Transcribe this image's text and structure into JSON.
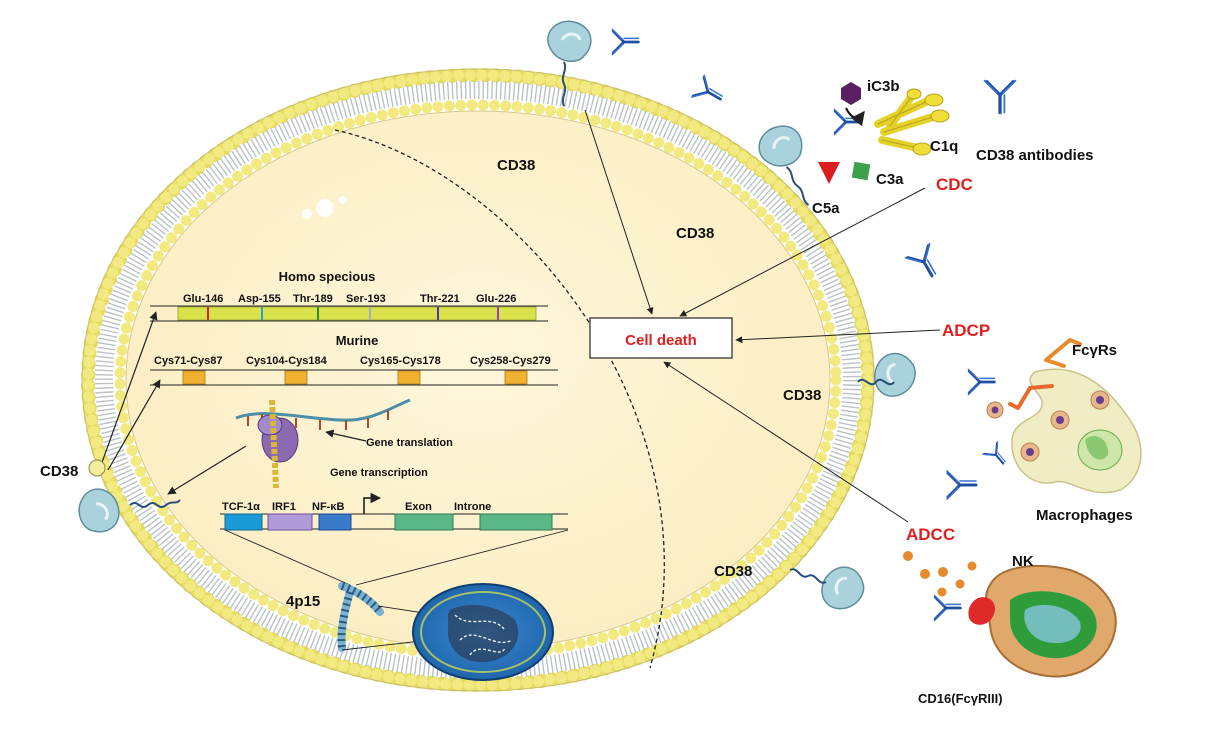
{
  "cell": {
    "receptor_labels": [
      "CD38",
      "CD38",
      "CD38",
      "CD38",
      "CD38"
    ],
    "cell_death": "Cell death"
  },
  "mechanisms": {
    "cdc": "CDC",
    "adcp": "ADCP",
    "adcc": "ADCC",
    "color": "#e02020"
  },
  "complement": {
    "ic3b": "iC3b",
    "c1q": "C1q",
    "c3a": "C3a",
    "c5a": "C5a",
    "antibodies": "CD38 antibodies"
  },
  "effectors": {
    "fcgrs": "FcγRs",
    "macrophages": "Macrophages",
    "nk": "NK",
    "cd16": "CD16(FcγRIII)"
  },
  "protein": {
    "homo_title": "Homo specious",
    "homo_sites": [
      "Glu-146",
      "Asp-155",
      "Thr-189",
      "Ser-193",
      "Thr-221",
      "Glu-226"
    ],
    "murine_title": "Murine",
    "murine_bonds": [
      "Cys71-Cys87",
      "Cys104-Cys184",
      "Cys165-Cys178",
      "Cys258-Cys279"
    ],
    "translation": "Gene translation",
    "transcription": "Gene transcription"
  },
  "gene": {
    "tcf": "TCF-1α",
    "irf": "IRF1",
    "nfkb": "NF-κB",
    "exon": "Exon",
    "intron": "Introne",
    "locus": "4p15"
  }
}
